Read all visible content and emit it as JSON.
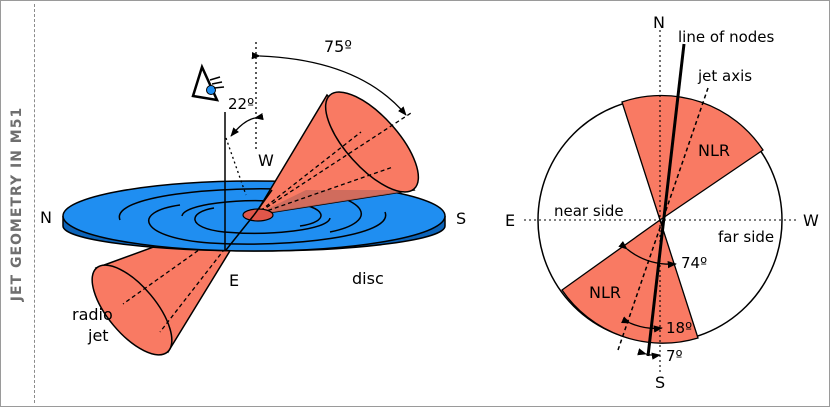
{
  "title": "JET GEOMETRY IN M51",
  "left_diagram": {
    "angle_eye": "22º",
    "angle_top": "75º",
    "label_north": "N",
    "label_south": "S",
    "label_east": "E",
    "label_west": "W",
    "label_disc": "disc",
    "label_radio": "radio",
    "label_jet": "jet"
  },
  "right_diagram": {
    "label_north": "N",
    "label_south": "S",
    "label_east": "E",
    "label_west": "W",
    "label_line_of_nodes": "line of nodes",
    "label_jet_axis": "jet axis",
    "label_nlr_top": "NLR",
    "label_nlr_bottom": "NLR",
    "label_near_side": "near side",
    "label_far_side": "far side",
    "angle_74": "74º",
    "angle_18": "18º",
    "angle_7": "7º"
  },
  "colors": {
    "disc_fill": "#1f8ef1",
    "cone_fill": "#f97a63",
    "eye_iris": "#1f8ef1",
    "frame_border": "#9a9a9a",
    "title_text": "#6f6f6f"
  }
}
